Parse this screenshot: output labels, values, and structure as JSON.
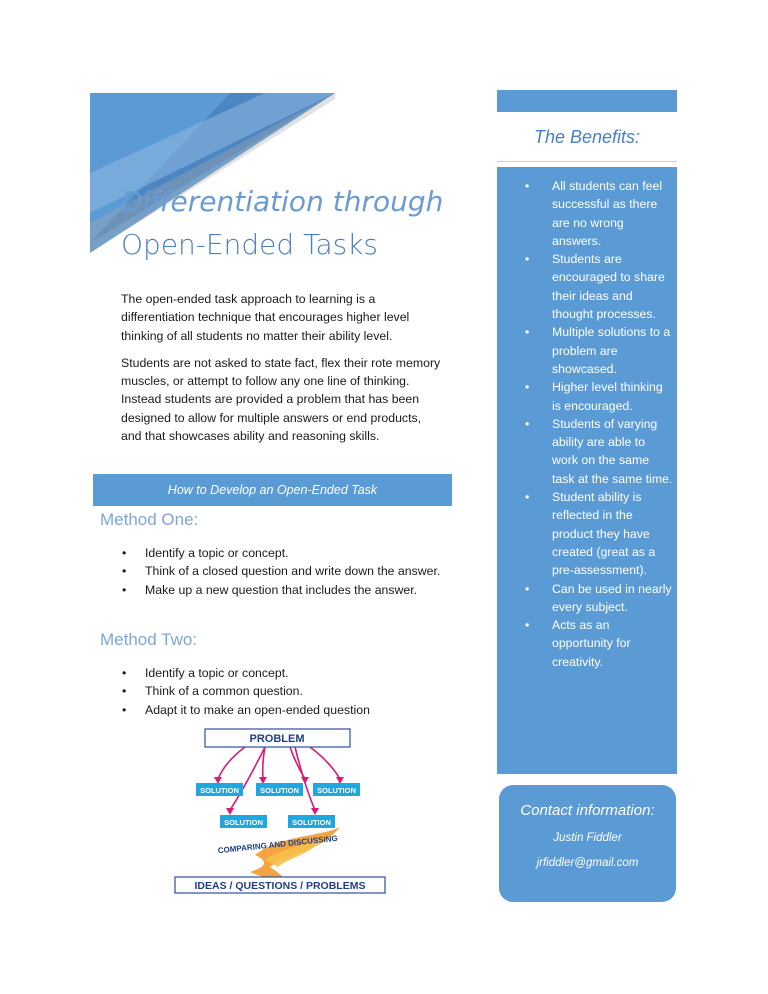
{
  "title": {
    "line1": "Differentiation through",
    "line2": "Open-Ended Tasks"
  },
  "intro": [
    "The open-ended task approach to learning is a differentiation technique that encourages higher level thinking of all students no matter their ability level.",
    "Students are not asked to state fact, flex their rote memory muscles, or attempt to follow any one line of thinking.  Instead students are provided a problem that has been designed to allow for multiple answers or end products, and that showcases ability and reasoning skills."
  ],
  "how_to_heading": "How to Develop an Open-Ended Task",
  "method_one": {
    "heading": "Method One:",
    "items": [
      "Identify a topic or concept.",
      "Think of a closed question and write down the answer.",
      "Make up a new question that includes the answer."
    ]
  },
  "method_two": {
    "heading": "Method Two:",
    "items": [
      "Identify a topic or concept.",
      "Think of a common question.",
      "Adapt it to make an open-ended question"
    ]
  },
  "diagram": {
    "problem": "PROBLEM",
    "solution": "SOLUTION",
    "comparing": "COMPARING AND DISCUSSING",
    "ideas": "IDEAS / QUESTIONS / PROBLEMS"
  },
  "benefits": {
    "heading": "The Benefits:",
    "items": [
      "All students can feel successful as there are no wrong answers.",
      "Students are encouraged to share their ideas and thought processes.",
      "Multiple solutions to a problem are showcased.",
      "Higher level thinking is encouraged.",
      "Students of varying ability are able to work on the same task at the same time.",
      "Student ability is reflected in the product they have created (great as a pre-assessment).",
      "Can be used in nearly every subject.",
      "Acts as an opportunity for creativity."
    ]
  },
  "contact": {
    "heading": "Contact information:",
    "name": "Justin Fiddler",
    "email": "jrfiddler@gmail.com"
  },
  "colors": {
    "accent": "#5b9bd5",
    "heading_blue": "#4a7fc1",
    "arrow": "#d81b7a",
    "flame": "#f39a2b"
  }
}
